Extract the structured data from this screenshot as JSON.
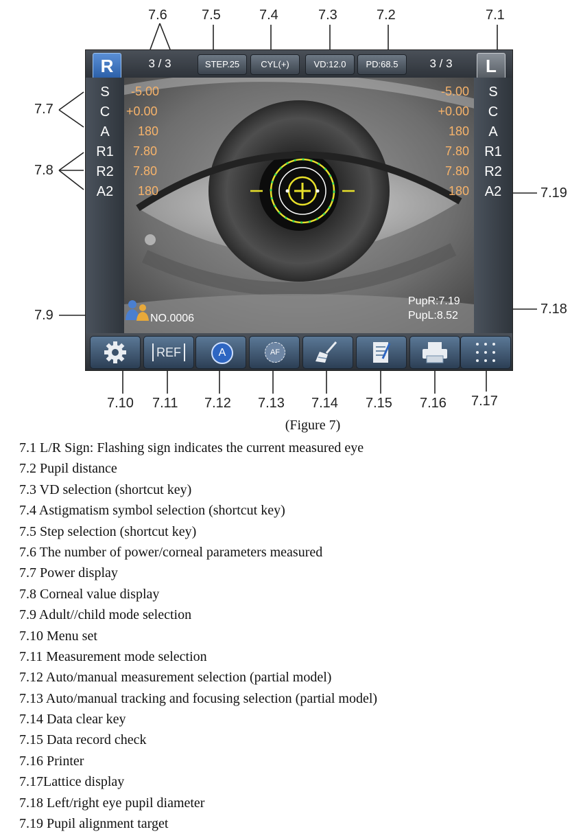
{
  "callouts": {
    "c7_1": "7.1",
    "c7_2": "7.2",
    "c7_3": "7.3",
    "c7_4": "7.4",
    "c7_5": "7.5",
    "c7_6": "7.6",
    "c7_7": "7.7",
    "c7_8": "7.8",
    "c7_9": "7.9",
    "c7_10": "7.10",
    "c7_11": "7.11",
    "c7_12": "7.12",
    "c7_13": "7.13",
    "c7_14": "7.14",
    "c7_15": "7.15",
    "c7_16": "7.16",
    "c7_17": "7.17",
    "c7_18": "7.18",
    "c7_19": "7.19"
  },
  "screen": {
    "eye_right": "R",
    "eye_left": "L",
    "count_right": "3 / 3",
    "count_left": "3 / 3",
    "step": "STEP.25",
    "cyl": "CYL(+)",
    "vd": "VD:12.0",
    "pd": "PD:68.5",
    "labels_left": [
      "S",
      "C",
      "A",
      "R1",
      "R2",
      "A2"
    ],
    "labels_right": [
      "S",
      "C",
      "A",
      "R1",
      "R2",
      "A2"
    ],
    "values_right_eye": [
      "-5.00",
      "+0.00",
      "180",
      "7.80",
      "7.80",
      "180"
    ],
    "values_left_eye": [
      "-5.00",
      "+0.00",
      "180",
      "7.80",
      "7.80",
      "180"
    ],
    "patient_no": "NO.0006",
    "pup_r": "PupR:7.19",
    "pup_l": "PupL:8.52",
    "ref_label": "REF",
    "auto_label": "A",
    "af_label": "AF"
  },
  "caption": "(Figure 7)",
  "legend": [
    "7.1 L/R Sign: Flashing sign indicates the current measured eye",
    "7.2 Pupil distance",
    "7.3 VD selection (shortcut key)",
    "7.4 Astigmatism symbol selection (shortcut key)",
    "7.5 Step selection (shortcut key)",
    "7.6 The number of power/corneal parameters measured",
    "7.7 Power display",
    "7.8 Corneal value display",
    "7.9 Adult//child mode selection",
    "7.10 Menu set",
    "7.11 Measurement mode selection",
    "7.12 Auto/manual measurement selection (partial model)",
    "7.13 Auto/manual tracking and focusing selection (partial model)",
    "7.14 Data clear key",
    "7.15 Data record check",
    "7.16 Printer",
    "7.17Lattice display",
    "7.18 Left/right eye pupil diameter",
    "7.19 Pupil alignment target"
  ],
  "colors": {
    "value_orange": "#f6b36b",
    "target_yellow": "#e8e02a",
    "target_green": "#3dd65a"
  }
}
